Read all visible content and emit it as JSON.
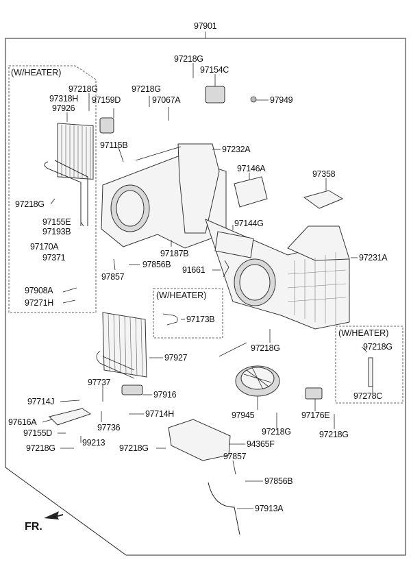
{
  "assembly_number": "97901",
  "front_indicator": "FR.",
  "group_labels": {
    "left_heater": "(W/HEATER)",
    "mid_heater": "(W/HEATER)",
    "right_heater": "(W/HEATER)"
  },
  "parts": [
    {
      "id": "p01",
      "label": "97218G"
    },
    {
      "id": "p02",
      "label": "97154C"
    },
    {
      "id": "p03",
      "label": "97949"
    },
    {
      "id": "p04",
      "label": "97218G"
    },
    {
      "id": "p05",
      "label": "97318H"
    },
    {
      "id": "p06",
      "label": "97159D"
    },
    {
      "id": "p07",
      "label": "97926"
    },
    {
      "id": "p08",
      "label": "97218G"
    },
    {
      "id": "p09",
      "label": "97067A"
    },
    {
      "id": "p10",
      "label": "97115B"
    },
    {
      "id": "p11",
      "label": "97232A"
    },
    {
      "id": "p12",
      "label": "97146A"
    },
    {
      "id": "p13",
      "label": "97358"
    },
    {
      "id": "p14",
      "label": "97218G"
    },
    {
      "id": "p15",
      "label": "97155E"
    },
    {
      "id": "p16",
      "label": "97193B"
    },
    {
      "id": "p17",
      "label": "97144G"
    },
    {
      "id": "p18",
      "label": "97170A"
    },
    {
      "id": "p19",
      "label": "97371"
    },
    {
      "id": "p20",
      "label": "97187B"
    },
    {
      "id": "p21",
      "label": "97856B"
    },
    {
      "id": "p22",
      "label": "97857"
    },
    {
      "id": "p23",
      "label": "91661"
    },
    {
      "id": "p24",
      "label": "97231A"
    },
    {
      "id": "p25",
      "label": "97908A"
    },
    {
      "id": "p26",
      "label": "97271H"
    },
    {
      "id": "p27",
      "label": "97173B"
    },
    {
      "id": "p28",
      "label": "97218G"
    },
    {
      "id": "p29",
      "label": "97218G"
    },
    {
      "id": "p30",
      "label": "97927"
    },
    {
      "id": "p31",
      "label": "97278C"
    },
    {
      "id": "p32",
      "label": "97737"
    },
    {
      "id": "p33",
      "label": "97916"
    },
    {
      "id": "p34",
      "label": "97714J"
    },
    {
      "id": "p35",
      "label": "97714H"
    },
    {
      "id": "p36",
      "label": "97945"
    },
    {
      "id": "p37",
      "label": "97176E"
    },
    {
      "id": "p38",
      "label": "97616A"
    },
    {
      "id": "p39",
      "label": "97155D"
    },
    {
      "id": "p40",
      "label": "97736"
    },
    {
      "id": "p41",
      "label": "97218G"
    },
    {
      "id": "p42",
      "label": "97218G"
    },
    {
      "id": "p43",
      "label": "99213"
    },
    {
      "id": "p44",
      "label": "97218G"
    },
    {
      "id": "p45",
      "label": "94365F"
    },
    {
      "id": "p46",
      "label": "97218G"
    },
    {
      "id": "p47",
      "label": "97857"
    },
    {
      "id": "p48",
      "label": "97856B"
    },
    {
      "id": "p49",
      "label": "97913A"
    }
  ]
}
